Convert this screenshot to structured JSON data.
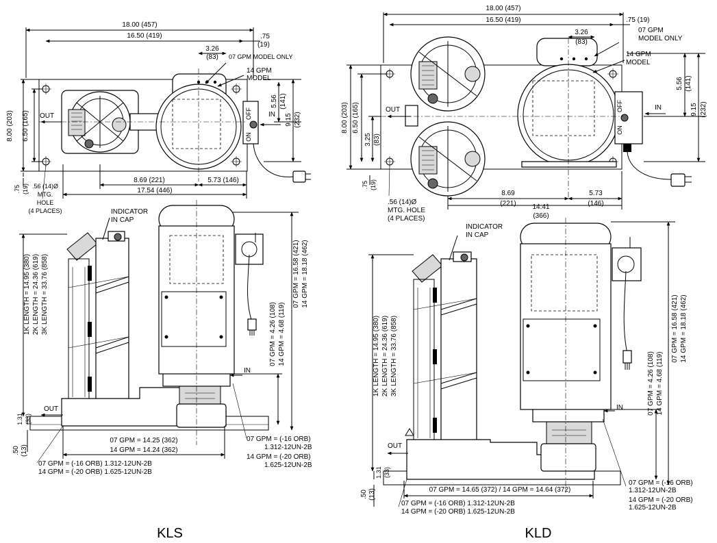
{
  "kls": {
    "model": "KLS",
    "top": {
      "overall_width": "18.00 (457)",
      "mount_span": "16.50 (419)",
      "edge_offset": ".75",
      "edge_offset_mm": "(19)",
      "c_offset": "3.26",
      "c_offset_mm": "(83)",
      "note_07": "07 GPM MODEL ONLY",
      "note_14_a": "14 GPM",
      "note_14_b": "MODEL",
      "depth_overall": "8.00 (203)",
      "depth_mount": "6.50 (165)",
      "h_556": "5.56",
      "h_556_mm": "(141)",
      "h_915": "9.15",
      "h_915_mm": "(232)",
      "out": "OUT",
      "in": "IN",
      "off": "OFF",
      "on": "ON",
      "d_869": "8.69 (221)",
      "d_573": "5.73 (146)",
      "d_1754": "17.54 (446)",
      "bottom_edge": ".75",
      "bottom_edge_mm": "(19)",
      "hole_1": ".56 (14)Ø",
      "hole_2": "MTG.",
      "hole_3": "HOLE",
      "hole_4": "(4 PLACES)"
    },
    "side": {
      "ind_1": "INDICATOR",
      "ind_2": "IN CAP",
      "len_1k": "1K LENGTH = 14.95 (380)",
      "len_2k": "2K LENGTH = 24.36 (619)",
      "len_3k": "3K LENGTH = 33.76 (858)",
      "h07_total": "07 GPM = 16.58 (421)",
      "h14_total": "14 GPM = 18.18 (462)",
      "h07_inlet": "07 GPM = 4.26 (108)",
      "h14_inlet": "14 GPM = 4.68 (119)",
      "in": "IN",
      "out": "OUT",
      "d131": "1.31",
      "d131_mm": "(33)",
      "d050": ".50",
      "d050_mm": "(13)",
      "w07": "07 GPM = 14.25 (362)",
      "w14": "14 GPM = 14.24 (362)",
      "port07": "07 GPM = (-16 ORB) 1.312-12UN-2B",
      "port14": "14 GPM = (-20 ORB) 1.625-12UN-2B",
      "inport07_a": "07 GPM = (-16 ORB)",
      "inport07_b": "1.312-12UN-2B",
      "inport14_a": "14 GPM = (-20 ORB)",
      "inport14_b": "1.625-12UN-2B"
    }
  },
  "kld": {
    "model": "KLD",
    "top": {
      "overall_width": "18.00 (457)",
      "mount_span": "16.50 (419)",
      "edge_offset": ".75 (19)",
      "c_offset": "3.26",
      "c_offset_mm": "(83)",
      "note_07_a": "07 GPM",
      "note_07_b": "MODEL ONLY",
      "note_14_a": "14 GPM",
      "note_14_b": "MODEL",
      "depth_overall": "8.00 (203)",
      "depth_mount": "6.50 (165)",
      "d_325": "3.25",
      "d_325_mm": "(83)",
      "h_556": "5.56",
      "h_556_mm": "(141)",
      "h_915": "9.15",
      "h_915_mm": "(232)",
      "out": "OUT",
      "in": "IN",
      "off": "OFF",
      "on": "ON",
      "d_869": "8.69",
      "d_869_mm": "(221)",
      "d_573": "5.73",
      "d_573_mm": "(146)",
      "d_1441": "14.41",
      "d_1441_mm": "(366)",
      "bottom_edge": ".75",
      "bottom_edge_mm": "(19)",
      "hole_1": ".56 (14)Ø",
      "hole_2": "MTG. HOLE",
      "hole_3": "(4 PLACES)"
    },
    "side": {
      "ind_1": "INDICATOR",
      "ind_2": "IN CAP",
      "len_1k": "1K LENGTH = 14.95 (380)",
      "len_2k": "2K LENGTH = 24.36 (619)",
      "len_3k": "3K LENGTH = 33.76 (858)",
      "h07_total": "07 GPM = 16.58 (421)",
      "h14_total": "14 GPM = 18.18 (462)",
      "h07_inlet": "07 GPM = 4.26 (108)",
      "h14_inlet": "14 GPM = 4.68 (119)",
      "in": "IN",
      "out": "OUT",
      "d131": "1.31",
      "d131_mm": "(33)",
      "d050": ".50",
      "d050_mm": "(13)",
      "width": "07 GPM = 14.65 (372) / 14 GPM = 14.64 (372)",
      "port07": "07 GPM = (-16 ORB) 1.312-12UN-2B",
      "port14": "14 GPM = (-20 ORB) 1.625-12UN-2B",
      "inport07_a": "07 GPM = (-16 ORB)",
      "inport07_b": "1.312-12UN-2B",
      "inport14_a": "14 GPM = (-20 ORB)",
      "inport14_b": "1.625-12UN-2B"
    }
  }
}
